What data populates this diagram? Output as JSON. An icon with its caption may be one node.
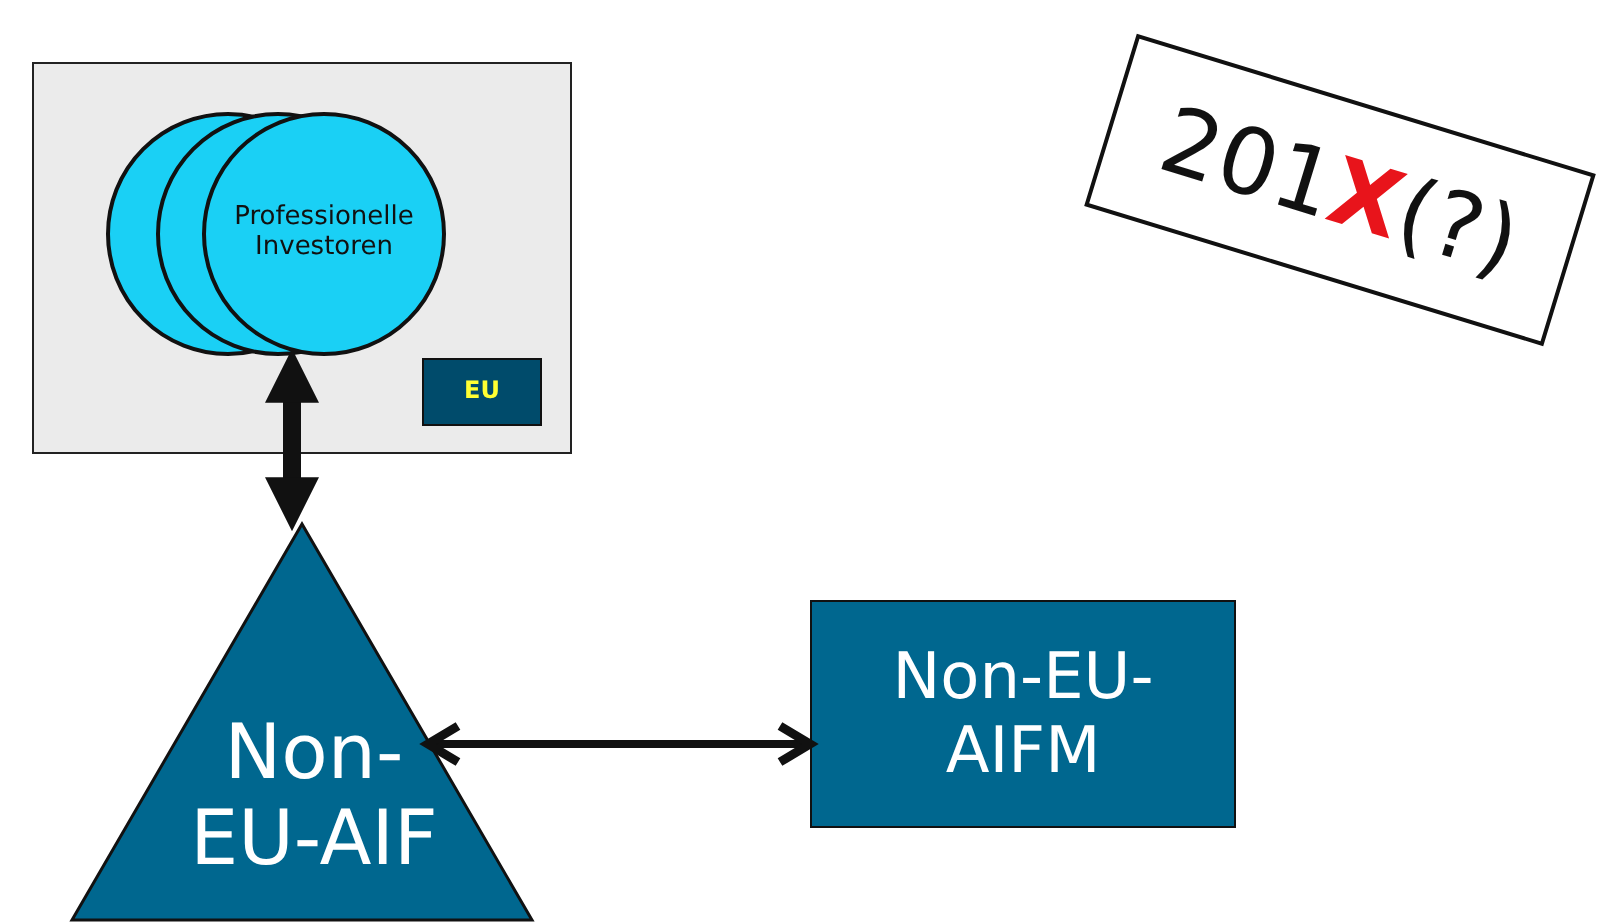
{
  "diagram": {
    "nodes": [
      {
        "text": [],
        "shape": "box"
      },
      {
        "text": [
          "Professionelle Investoren"
        ],
        "in": 0
      },
      {
        "text": [
          "EU"
        ],
        "in": 0
      },
      {
        "text": [
          "Non- EU-AIF"
        ]
      },
      {
        "text": [
          "Non-EU- AIFM"
        ]
      },
      {
        "text": [
          "201**X**(?)"
        ]
      }
    ],
    "edges": [
      {
        "from": 1,
        "to": 3,
        "arrow": "both",
        "style": "thick"
      },
      {
        "from": 3,
        "to": 4,
        "arrow": "both"
      }
    ]
  }
}
